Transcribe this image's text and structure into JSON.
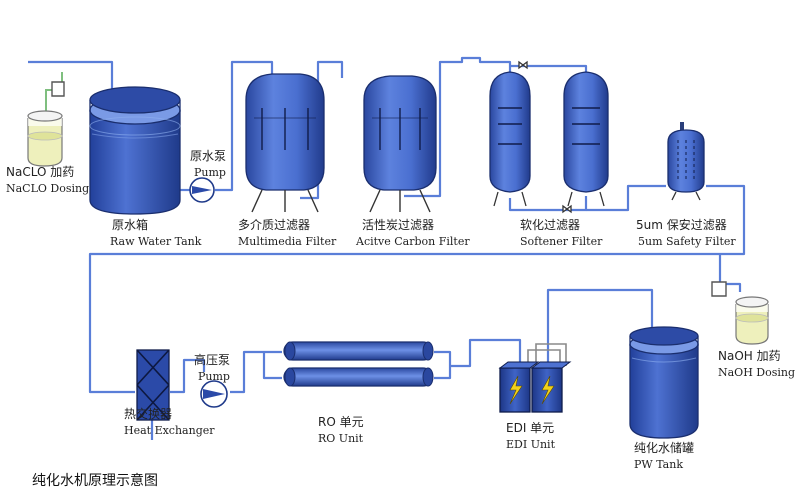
{
  "labels": {
    "naclo_cn": "NaCLO 加药",
    "naclo_en": "NaCLO Dosing",
    "raw_pump_cn": "原水泵",
    "raw_pump_en": "Pump",
    "raw_tank_cn": "原水箱",
    "raw_tank_en": "Raw Water Tank",
    "multimedia_cn": "多介质过滤器",
    "multimedia_en": "Multimedia Filter",
    "carbon_cn": "活性炭过滤器",
    "carbon_en": "Acitve Carbon Filter",
    "softener_cn": "软化过滤器",
    "softener_en": "Softener Filter",
    "safety_cn": "5um 保安过滤器",
    "safety_en": "5um Safety Filter",
    "naoh_cn": "NaOH 加药",
    "naoh_en": "NaOH Dosing",
    "heat_cn": "热交换器",
    "heat_en": "Heat Exchanger",
    "hp_pump_cn": "高压泵",
    "hp_pump_en": "Pump",
    "ro_cn": "RO 单元",
    "ro_en": "RO Unit",
    "edi_cn": "EDI 单元",
    "edi_en": "EDI Unit",
    "pw_cn": "纯化水储罐",
    "pw_en": "PW Tank"
  },
  "caption": "纯化水机原理示意图",
  "colors": {
    "vessel_dark": "#2b4aa8",
    "vessel_light": "#5b7fdc",
    "pipe": "#5a7ed8",
    "chem_liquid": "#e8ecb0"
  }
}
